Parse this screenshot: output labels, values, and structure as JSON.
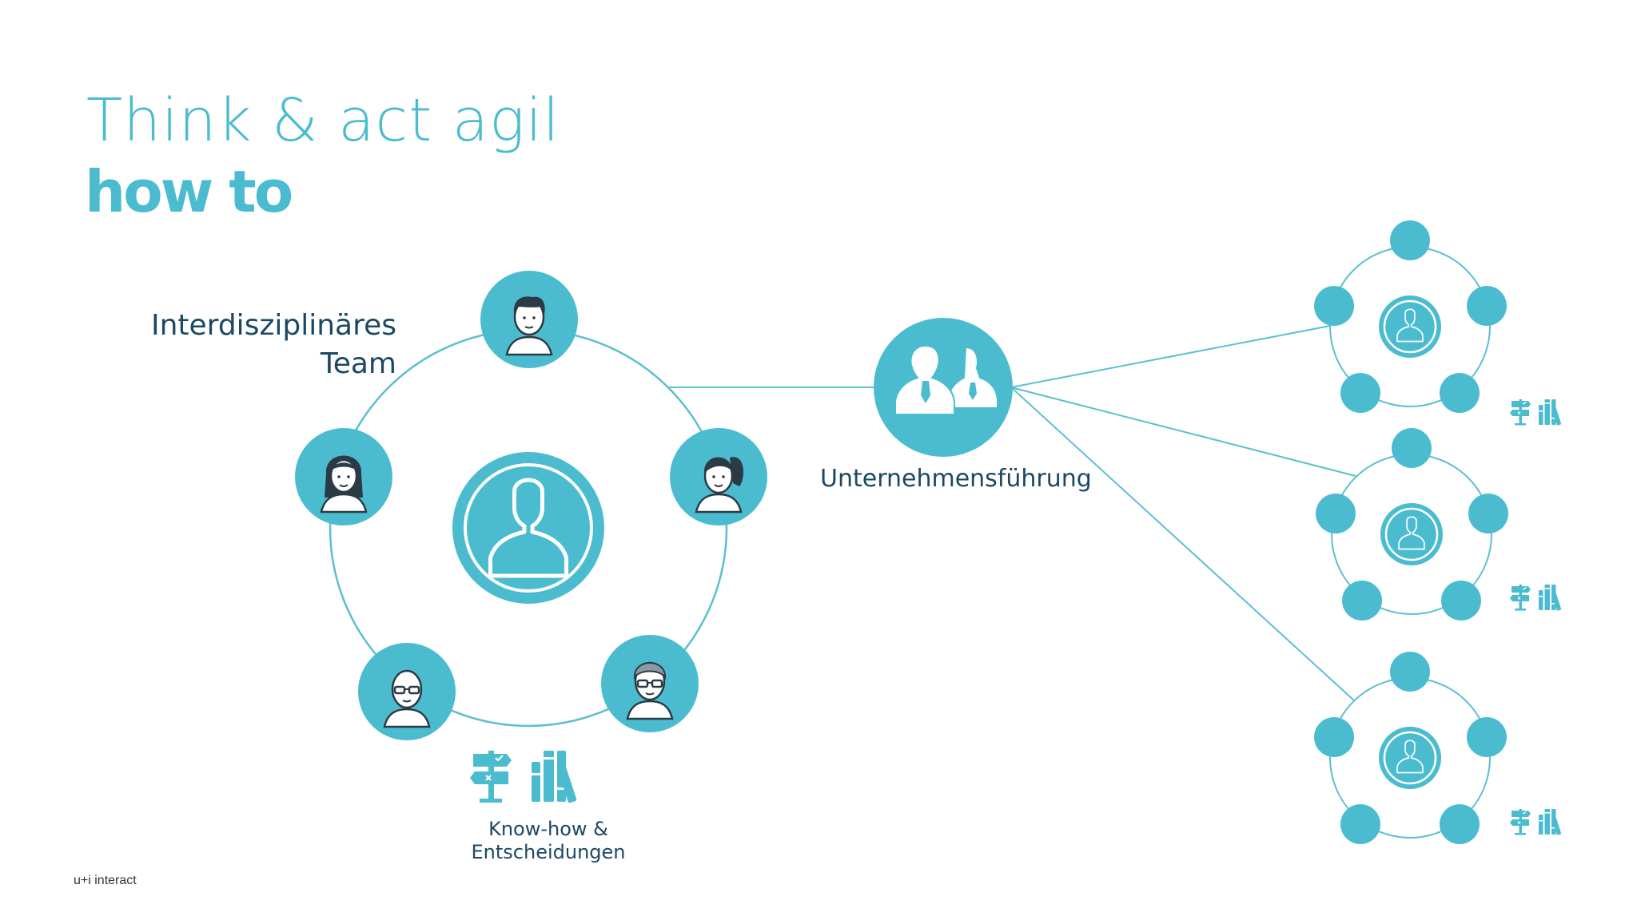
{
  "slide": {
    "title_line1": "Think & act agil",
    "title_line2": "how to",
    "brand": "u+i interact"
  },
  "diagram": {
    "team_label_line1": "Interdisziplinäres",
    "team_label_line2": "Team",
    "management_label": "Unternehmensführung",
    "knowhow_label_line1": "Know-how &",
    "knowhow_label_line2": "Entscheidungen",
    "team_members": [
      "young-man",
      "woman-long-hair",
      "woman-ponytail",
      "bald-man-glasses",
      "older-man-glasses"
    ],
    "sub_team_count": 3
  },
  "colors": {
    "accent": "#4bbccf",
    "line": "#5cbfcf",
    "text_dark": "#1c4863",
    "avatar_stroke": "#2b3a44"
  }
}
